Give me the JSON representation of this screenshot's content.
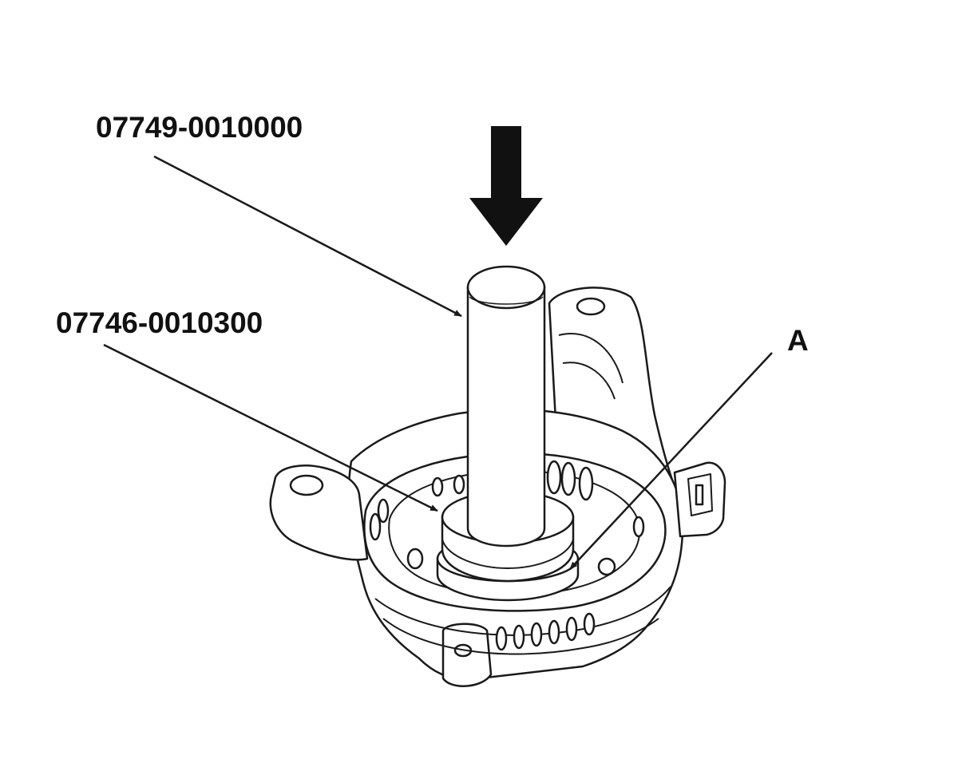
{
  "labels": {
    "tool_upper": "07749-0010000",
    "tool_lower": "07746-0010300",
    "part_a": "A"
  },
  "colors": {
    "line": "#1a1a1a",
    "fill": "#ffffff",
    "text": "#111111"
  }
}
